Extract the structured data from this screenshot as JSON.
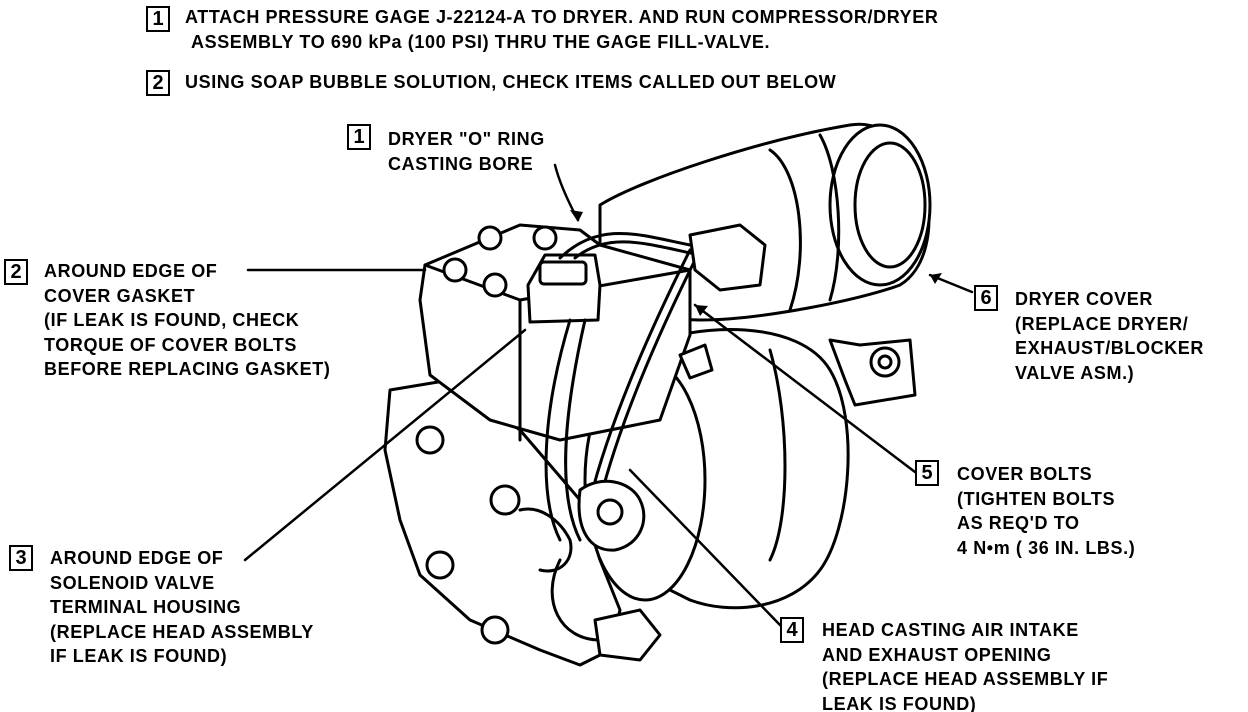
{
  "instructions": [
    {
      "step": "1",
      "lines": [
        "ATTACH PRESSURE GAGE J-22124-A TO DRYER. AND RUN COMPRESSOR/DRYER",
        "ASSEMBLY TO 690 kPa  (100 PSI)   THRU THE GAGE FILL-VALVE."
      ]
    },
    {
      "step": "2",
      "lines": [
        "USING SOAP BUBBLE SOLUTION, CHECK ITEMS CALLED OUT BELOW"
      ]
    }
  ],
  "callouts": [
    {
      "number": "1",
      "lines": [
        "DRYER \"O\" RING",
        "CASTING BORE"
      ]
    },
    {
      "number": "2",
      "lines": [
        "AROUND EDGE OF",
        "COVER GASKET",
        "(IF LEAK IS FOUND, CHECK",
        "TORQUE OF COVER BOLTS",
        "BEFORE REPLACING GASKET)"
      ]
    },
    {
      "number": "3",
      "lines": [
        "AROUND EDGE OF",
        "SOLENOID VALVE",
        "TERMINAL HOUSING",
        "(REPLACE HEAD ASSEMBLY",
        "IF LEAK IS FOUND)"
      ]
    },
    {
      "number": "4",
      "lines": [
        "HEAD CASTING AIR INTAKE",
        "AND EXHAUST OPENING",
        "(REPLACE HEAD ASSEMBLY IF",
        "LEAK IS FOUND)"
      ]
    },
    {
      "number": "5",
      "lines": [
        "COVER BOLTS",
        "(TIGHTEN BOLTS",
        "AS REQ'D TO",
        "4 N•m   ( 36 IN. LBS.)"
      ]
    },
    {
      "number": "6",
      "lines": [
        "DRYER COVER",
        "(REPLACE DRYER/",
        "EXHAUST/BLOCKER",
        "VALVE ASM.)"
      ]
    }
  ]
}
